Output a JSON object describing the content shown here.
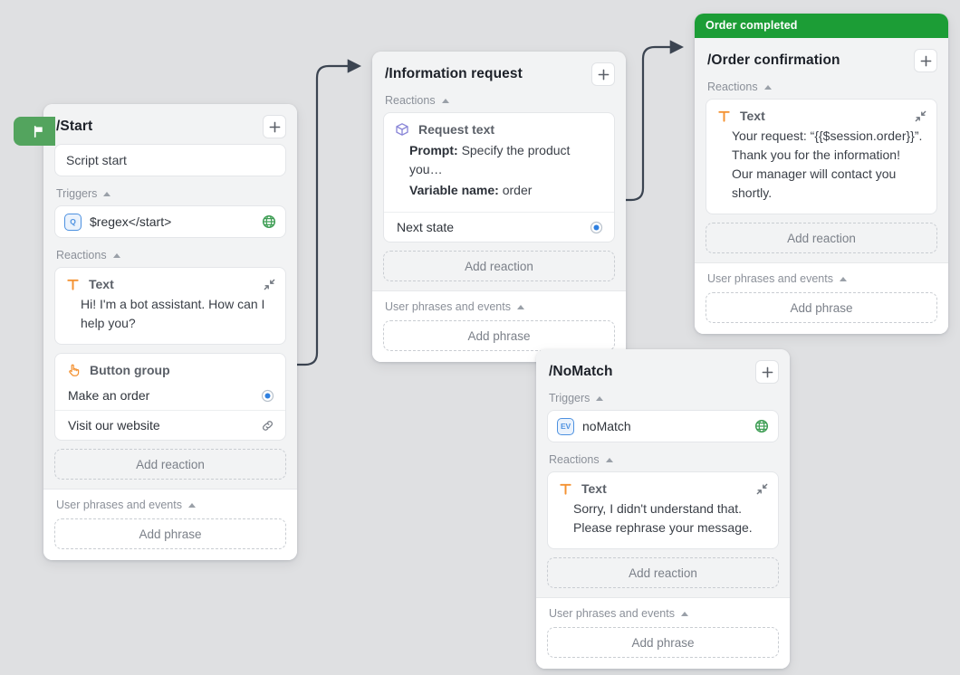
{
  "canvas": {
    "background": "#dfe0e2",
    "accent_green": "#1c9d36",
    "accent_blue": "#3f87d8",
    "accent_orange": "#f49232",
    "accent_purple": "#8b87d8"
  },
  "nodes": [
    {
      "id": "start",
      "title": "/Start",
      "flag_icon": "flag-icon",
      "add_label": "+",
      "script_name_value": "Script start",
      "triggers_label": "Triggers",
      "triggers": [
        {
          "badge": "Q",
          "text": "$regex</start>",
          "channel_icon": "globe-icon"
        }
      ],
      "reactions_label": "Reactions",
      "reactions": [
        {
          "type": "text",
          "icon": "text-icon",
          "title": "Text",
          "collapse_icon": "collapse-icon",
          "body": "Hi! I'm a bot assistant. How can I help you?"
        },
        {
          "type": "buttons",
          "icon": "pointer-hand-icon",
          "title": "Button group",
          "buttons": [
            {
              "label": "Make an order",
              "action_icon": "radio-target-icon"
            },
            {
              "label": "Visit our website",
              "action_icon": "link-icon"
            }
          ]
        }
      ],
      "add_reaction_label": "Add reaction",
      "phrases_label": "User phrases and events",
      "add_phrase_label": "Add phrase"
    },
    {
      "id": "information-request",
      "title": "/Information request",
      "add_label": "+",
      "reactions_label": "Reactions",
      "reactions": [
        {
          "type": "request",
          "icon": "cube-icon",
          "title": "Request text",
          "prompt_key": "Prompt:",
          "prompt_value": "Specify the product you…",
          "variable_key": "Variable name:",
          "variable_value": "order",
          "next_state_label": "Next state",
          "next_state_icon": "radio-target-icon"
        }
      ],
      "add_reaction_label": "Add reaction",
      "phrases_label": "User phrases and events",
      "add_phrase_label": "Add phrase"
    },
    {
      "id": "order-confirmation",
      "banner": "Order completed",
      "title": "/Order confirmation",
      "add_label": "+",
      "reactions_label": "Reactions",
      "reactions": [
        {
          "type": "text",
          "icon": "text-icon",
          "title": "Text",
          "collapse_icon": "collapse-icon",
          "body": "Your request: “{{$session.order}}”. Thank you for the information! Our manager will contact you shortly."
        }
      ],
      "add_reaction_label": "Add reaction",
      "phrases_label": "User phrases and events",
      "add_phrase_label": "Add phrase"
    },
    {
      "id": "nomatch",
      "title": "/NoMatch",
      "add_label": "+",
      "triggers_label": "Triggers",
      "triggers": [
        {
          "badge": "EV",
          "text": "noMatch",
          "channel_icon": "globe-icon"
        }
      ],
      "reactions_label": "Reactions",
      "reactions": [
        {
          "type": "text",
          "icon": "text-icon",
          "title": "Text",
          "collapse_icon": "collapse-icon",
          "body": "Sorry, I didn't understand that. Please rephrase your message."
        }
      ],
      "add_reaction_label": "Add reaction",
      "phrases_label": "User phrases and events",
      "add_phrase_label": "Add phrase"
    }
  ]
}
